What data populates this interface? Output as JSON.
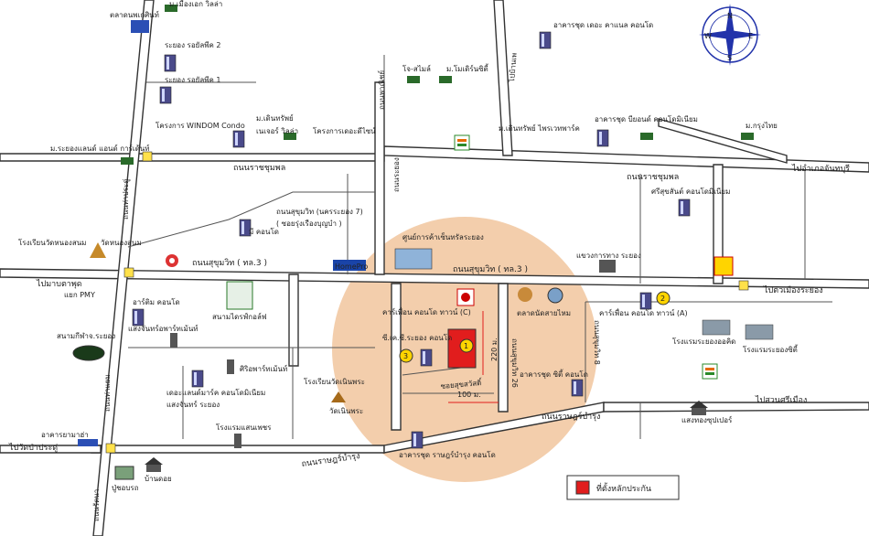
{
  "colors": {
    "circle": "#f2c9a3",
    "site": "#e11d1d",
    "road_outline": "#333333",
    "marker": "#ffd400",
    "compass": "#2233aa"
  },
  "compass": {
    "n": "N",
    "s": "S",
    "e": "E",
    "w": "W"
  },
  "roads": {
    "sukhumvit_main": "ถนนสุขุมวิท ( ทล.3 )",
    "sukhumvit_right": "ถนนสุขุมวิท ( ทล.3 )",
    "ratchaphon_left": "ถนนราชชุมพล",
    "ratchaphon_right": "ถนนราชชุมพล",
    "ratbamrung_lower": "ถนนราษฎร์บำรุง",
    "ratbamrung_right": "ถนนราษฎร์บำรุง",
    "to_chanthaburi": "ไปอำเภอจันทบุรี",
    "to_map_ta_phut": "ไปมาบตาพุด",
    "to_ban_phe": "ไปบ้านเพ",
    "to_rayong_city": "ไปตัวเมืองระยอง",
    "to_suan_si_mueang": "ไปสวนศรีเมือง",
    "to_wat_pa_pradu": "ไปวัดป่าประดู่",
    "sukhumvit_nakhonrayong": "ถนนสุขุมวิท (นครระยอง 7)",
    "soi_ruang": "( ซอยรุ่งเรืองบุญบำ )",
    "soi_sukhumvit26": "ถนนสุขุมวิท 26",
    "soi_sukhumvit8": "ถนนสุขุมวิท 8",
    "tha_pradu": "ถนนท่าประดู่",
    "phanit": "ถนนพาณิชย์",
    "tha_yaem": "ถนนท่าแยม",
    "rayong_road": "ถนนระยอง",
    "rattana": "ถนนรัตนา"
  },
  "places": {
    "market_talad": "ตลาดนพเกศินท์",
    "mueang_ake": "ม.เมืองเอก วิลล่า",
    "rayong_condo2": "ระยอง รอยัลพีค 2",
    "rayong_condo1": "ระยอง รอยัลพีค 1",
    "windom": "โครงการ WINDOM Condo",
    "baan_sap": "ม.เดินทรัพย์",
    "baan_sap2": "เนเจอร์ วิลล่า",
    "the_design": "โครงการเดอะดีไซน์",
    "jo_smile": "โจ-สไมล์",
    "mobile_city": "ม.โมเดิร์นซิตี้",
    "condo_rayong_top": "อาคารชุด เดอะ คาแนล คอนโด",
    "mueang_rayong": "ม.เดินทรัพย์ ไพรเวทพาร์ค",
    "beyond_condo": "อาคารชุด บียอนด์ คอนโดมิเนียม",
    "mueang_krungthai": "ม.กรุงไทย",
    "mueang_green": "ม.ระยองแลนด์ แอนด์ การ์เด้นท์",
    "rayong_watnongsanom": "โรงเรียนวัดหนองสนม",
    "wat_nongsanom": "วัดหนองสนม",
    "mi_condo": "มี คอนโด",
    "homepro": "HomePro",
    "rayong_center": "ศูนย์การค้าเซ็นทรัลระยอง",
    "highway_office": "แขวงการทาง ระยอง",
    "sri_condo": "ศรีสุขสันต์ คอนโดมิเนียม",
    "pmy": "แยก PMY",
    "ataim_condo": "อาร์ติม คอนโด",
    "sanam_golf": "สนามไดรฟ์กอล์ฟ",
    "sangchan_apartment": "แสงจันทร์อพาร์ทเม้นท์",
    "stadium": "สนามกีฬาจ.ระยอง",
    "car_condo_c": "คาร์เพื่อน คอนโด ทาวน์ (C)",
    "car_condo_a": "คาร์เพื่อน คอนโด ทาวน์ (A)",
    "jb_condo": "ซี.เค.ซี.ระยอง คอนโด",
    "talad_nat": "ตลาดนัดสายไหม",
    "rong_rayong": "โรงแรมระยองออคิด",
    "rong_rayong2": "โรงแรมระยองซิตี้",
    "sri_apartment": "ศิริอพาร์ทเม้นท์",
    "the_lander": "เดอะแลนด์มาร์ค คอนโดมิเนียม",
    "the_lander2": "แสงจันทร์ ระยอง",
    "rong_lemon": "โรงแรมแสนเพชร",
    "rong_rian": "โรงเรียนวัดเนินพระ",
    "wat_noen_phra": "วัดเนินพระ",
    "ratbamrung_condo": "อาคารชุด ราษฎร์บำรุง คอนโด",
    "sit_condo": "อาคารชุด ซิตี้ คอนโด",
    "sang_supermarket": "แสงทองซุปเปอร์",
    "yamaha": "อาคารยามาฮ่า",
    "ban_doi": "บ้านดอย",
    "pumpuen": "ปู่ชอบรถ"
  },
  "markers": [
    "1",
    "2",
    "3"
  ],
  "distances": {
    "vertical": "220 ม.",
    "horizontal": "100 ม."
  },
  "soi_label": "ซอยสุขสวัสดิ์",
  "legend": {
    "label": "ที่ตั้งหลักประกัน"
  }
}
